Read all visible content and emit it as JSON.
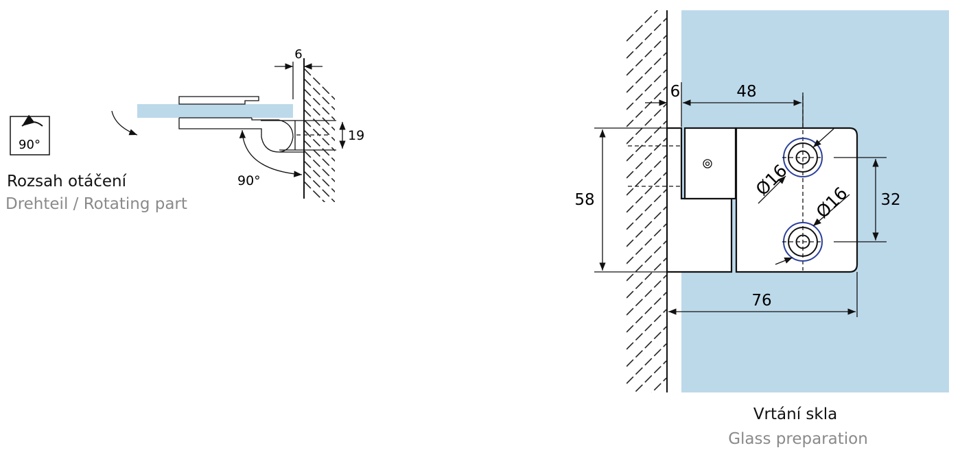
{
  "left": {
    "icon_label": "90°",
    "title": "Rozsah otáčení",
    "subtitle": "Drehteil / Rotating part",
    "dim_gap": "6",
    "dim_height": "19",
    "angle": "90°"
  },
  "right": {
    "dim_gap": "6",
    "dim_48": "48",
    "dim_58": "58",
    "dim_32": "32",
    "dim_76": "76",
    "hole_1": "Ø16",
    "hole_2": "Ø16",
    "title": "Vrtání skla",
    "subtitle": "Glass preparation"
  },
  "colors": {
    "glass": "#bcd9ea",
    "hole_ring": "#2a3f9a",
    "subtitle": "#8a8a8a"
  }
}
